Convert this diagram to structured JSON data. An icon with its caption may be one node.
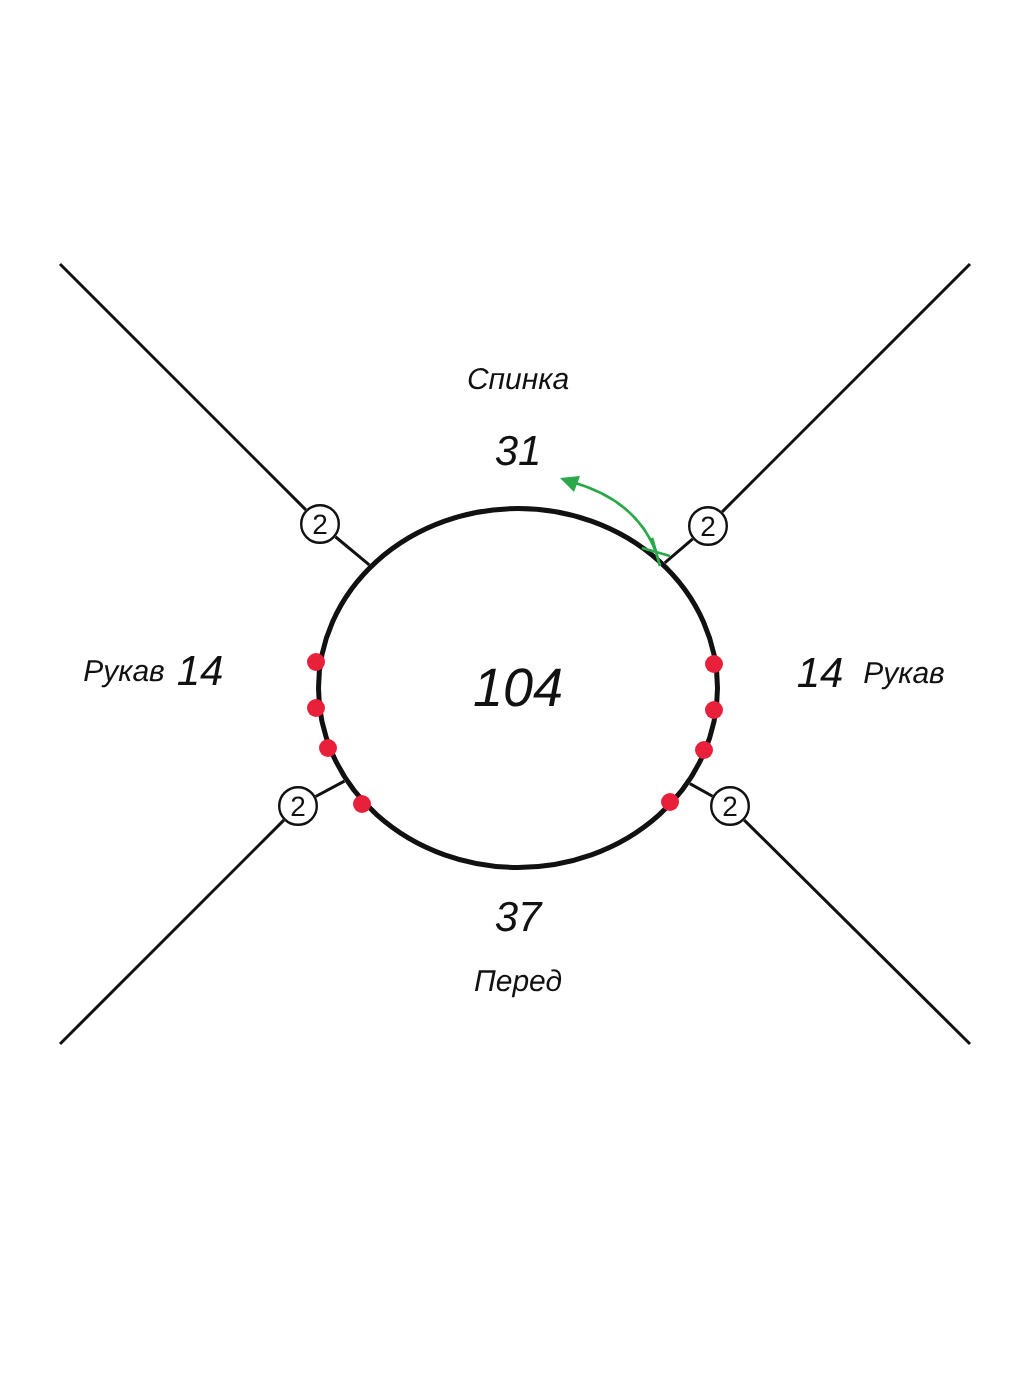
{
  "diagram": {
    "nodes": [
      {
        "text": [
          "104"
        ]
      },
      {
        "text": [
          "2"
        ]
      },
      {
        "text": [
          "2"
        ]
      },
      {
        "text": [
          "2"
        ]
      },
      {
        "text": [
          "2"
        ]
      }
    ],
    "edges": [
      {
        "from": null,
        "to": 1,
        "arrow": "none"
      },
      {
        "from": 1,
        "to": 0,
        "arrow": "none"
      },
      {
        "from": null,
        "to": 2,
        "arrow": "none"
      },
      {
        "from": 2,
        "to": 0,
        "arrow": "none"
      },
      {
        "from": null,
        "to": 3,
        "arrow": "none"
      },
      {
        "from": 3,
        "to": 0,
        "arrow": "none"
      },
      {
        "from": null,
        "to": 4,
        "arrow": "none"
      },
      {
        "from": 4,
        "to": 0,
        "arrow": "none"
      }
    ],
    "labels": [
      "Спинка",
      "31",
      "Рукав",
      "14",
      "14",
      "Рукав",
      "37",
      "Перед"
    ]
  }
}
